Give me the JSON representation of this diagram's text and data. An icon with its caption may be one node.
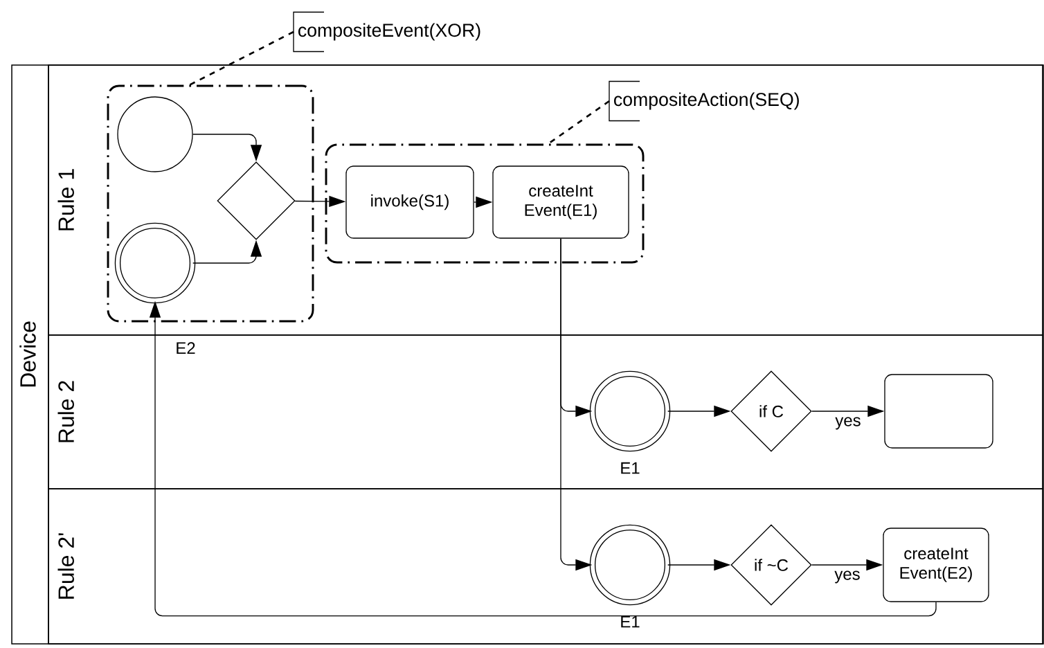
{
  "diagram": {
    "nodes": [
      {
        "text": [
          "Device"
        ]
      },
      {
        "text": [
          "Rule 1"
        ],
        "in": 0
      },
      {
        "text": [
          "Rule 2"
        ],
        "in": 0
      },
      {
        "text": [
          "Rule 2'"
        ],
        "in": 0
      },
      {
        "text": [],
        "shape": "box",
        "in": 1
      },
      {
        "text": [
          "compositeEvent(XOR)"
        ]
      },
      {
        "text": [],
        "shape": "circle",
        "in": 4
      },
      {
        "text": [],
        "shape": "circle",
        "in": 4
      },
      {
        "text": [],
        "shape": "diamond",
        "in": 4
      },
      {
        "text": [],
        "shape": "box",
        "in": 1
      },
      {
        "text": [
          "compositeAction(SEQ)"
        ],
        "in": 1
      },
      {
        "text": [
          "invoke(S1)"
        ],
        "in": 9
      },
      {
        "text": [
          "createInt Event(E1)"
        ],
        "in": 9
      },
      {
        "text": [],
        "shape": "circle",
        "in": 2,
        "beside": [
          "E1"
        ]
      },
      {
        "text": [
          "if C"
        ],
        "in": 2
      },
      {
        "text": [],
        "shape": "box",
        "in": 2
      },
      {
        "text": [],
        "shape": "circle",
        "in": 3,
        "beside": [
          "E1"
        ]
      },
      {
        "text": [
          "if ~C"
        ],
        "in": 3
      },
      {
        "text": [
          "createInt Event(E2)"
        ],
        "in": 3
      }
    ],
    "edges": [
      {
        "from": 6,
        "to": 8,
        "arrow": "to"
      },
      {
        "from": 7,
        "to": 8,
        "arrow": "to"
      },
      {
        "from": 8,
        "to": 11,
        "arrow": "to"
      },
      {
        "from": 11,
        "to": 12,
        "arrow": "to"
      },
      {
        "from": 12,
        "to": 13,
        "arrow": "to"
      },
      {
        "from": 12,
        "to": 16,
        "arrow": "to"
      },
      {
        "from": 13,
        "to": 14,
        "arrow": "to"
      },
      {
        "from": 14,
        "to": 15,
        "arrow": "to",
        "label": "yes"
      },
      {
        "from": 16,
        "to": 17,
        "arrow": "to"
      },
      {
        "from": 17,
        "to": 18,
        "arrow": "to",
        "label": "yes"
      },
      {
        "from": 18,
        "to": 7,
        "arrow": "to",
        "label": "E2"
      },
      {
        "from": 5,
        "to": 4,
        "arrow": "none",
        "style": "dashed"
      },
      {
        "from": 10,
        "to": 9,
        "arrow": "none",
        "style": "dashed"
      }
    ]
  }
}
